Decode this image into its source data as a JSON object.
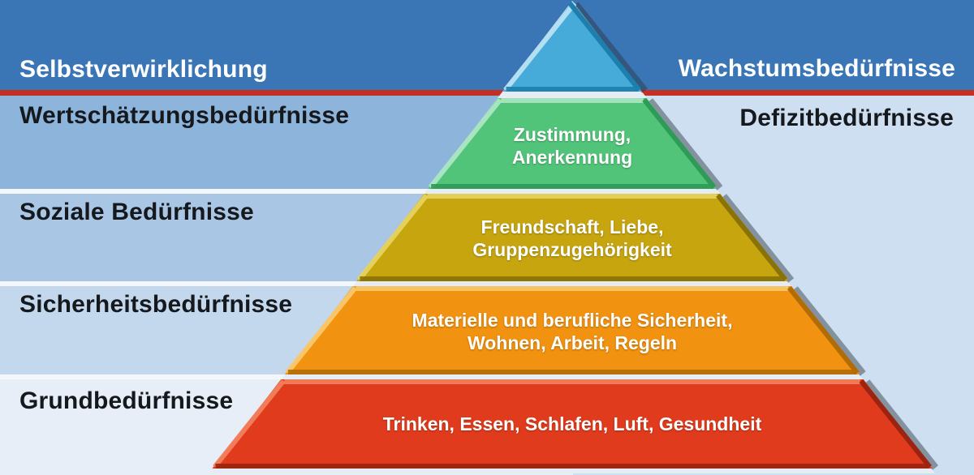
{
  "title_row": {
    "left": "Selbstverwirklichung",
    "right": "Wachstumsbedürfnisse"
  },
  "left_bands": [
    {
      "label": "Wertschätzungsbedürfnisse",
      "color": "#8db4db"
    },
    {
      "label": "Soziale Bedürfnisse",
      "color": "#a9c7e5"
    },
    {
      "label": "Sicherheitsbedürfnisse",
      "color": "#c3d8ec"
    },
    {
      "label": "Grundbedürfnisse",
      "color": "#e7eef7"
    }
  ],
  "right_area": {
    "label": "Defizitbedürfnisse",
    "color": "#cddff0"
  },
  "colors": {
    "top_band": "#3a76b5",
    "divider_line": "#c43023",
    "separator": "#f3f6fa",
    "silhouette": "#e6ecf3",
    "shadow": "rgba(45,50,60,0.45)"
  },
  "pyramid": {
    "levels": [
      {
        "name": "Selbstverwirklichung",
        "color": "#47abda",
        "light": "#b9e2f4",
        "dark": "#1d7fae",
        "lines": []
      },
      {
        "name": "Wertschätzungsbedürfnisse",
        "color": "#52c47a",
        "light": "#abe7c4",
        "dark": "#2e9b56",
        "lines": [
          "Zustimmung,",
          "Anerkennung"
        ]
      },
      {
        "name": "Soziale Bedürfnisse",
        "color": "#c7a50f",
        "light": "#e7d35f",
        "dark": "#8a7306",
        "lines": [
          "Freundschaft, Liebe,",
          "Gruppenzugehörigkeit"
        ]
      },
      {
        "name": "Sicherheitsbedürfnisse",
        "color": "#f19210",
        "light": "#f9c96d",
        "dark": "#b16c06",
        "lines": [
          "Materielle und berufliche Sicherheit,",
          "Wohnen, Arbeit, Regeln"
        ]
      },
      {
        "name": "Grundbedürfnisse",
        "color": "#e03b1d",
        "light": "#f2805d",
        "dark": "#9b2410",
        "lines": [
          "Trinken, Essen, Schlafen, Luft, Gesundheit"
        ]
      }
    ]
  }
}
